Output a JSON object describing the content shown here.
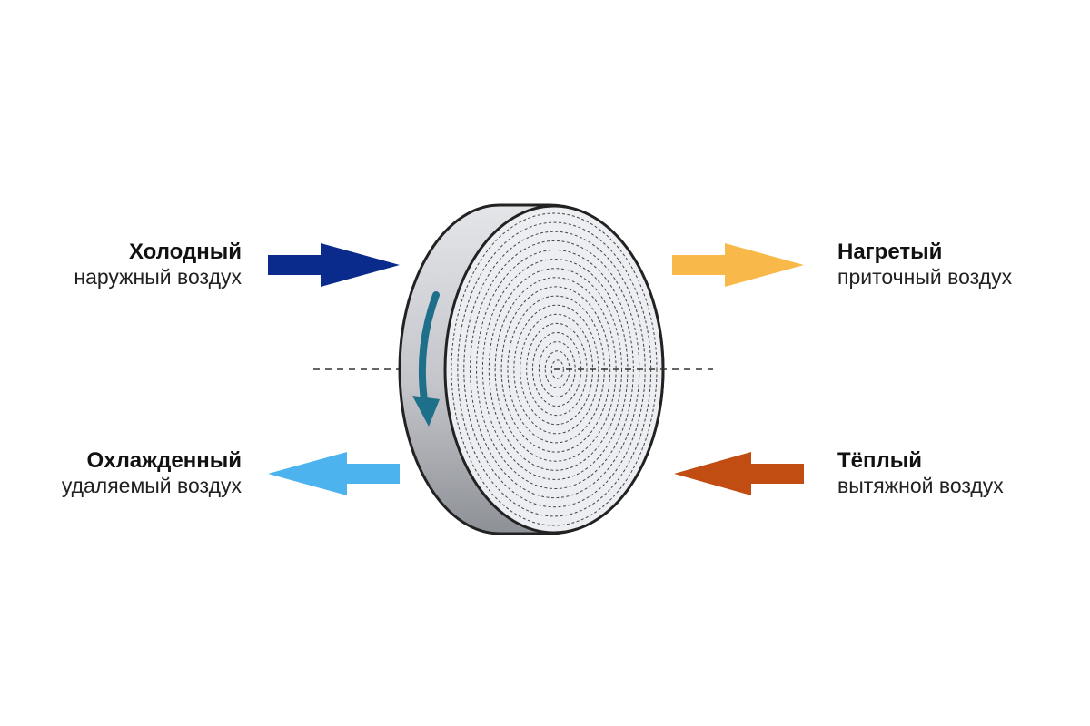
{
  "labels": {
    "cold_outdoor": {
      "title": "Холодный",
      "sub": "наружный воздух"
    },
    "cooled_exhaust": {
      "title": "Охлажденный",
      "sub": "удаляемый воздух"
    },
    "heated_supply": {
      "title": "Нагретый",
      "sub": "приточный воздух"
    },
    "warm_extract": {
      "title": "Тёплый",
      "sub": "вытяжной воздух"
    }
  },
  "colors": {
    "cold_arrow": "#0a2a8c",
    "cooled_arrow": "#4db3ef",
    "heated_arrow": "#f9b84a",
    "warm_arrow": "#c14d12",
    "rotation_arrow": "#1e6f8a",
    "wheel_face": "#eceef2",
    "wheel_rim_light": "#e4e5e9",
    "wheel_rim_dark": "#8d9096"
  }
}
